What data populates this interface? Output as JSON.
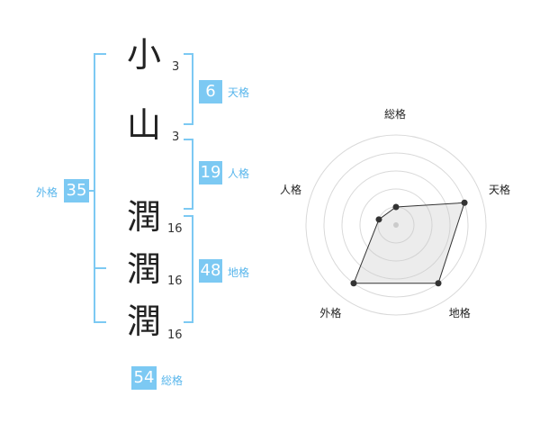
{
  "name": {
    "chars": [
      {
        "char": "小",
        "strokes": "3"
      },
      {
        "char": "山",
        "strokes": "3"
      },
      {
        "char": "潤",
        "strokes": "16"
      },
      {
        "char": "潤",
        "strokes": "16"
      },
      {
        "char": "潤",
        "strokes": "16"
      }
    ]
  },
  "fortune": {
    "tenkaku": {
      "label": "天格",
      "value": "6"
    },
    "jinkaku": {
      "label": "人格",
      "value": "19"
    },
    "chikaku": {
      "label": "地格",
      "value": "48"
    },
    "gaikaku": {
      "label": "外格",
      "value": "35"
    },
    "soukaku": {
      "label": "総格",
      "value": "54"
    }
  },
  "colors": {
    "accent": "#7cc9f3",
    "bracket": "#7cc9f3"
  },
  "chart_data": {
    "type": "radar",
    "axes": [
      "総格",
      "天格",
      "地格",
      "外格",
      "人格"
    ],
    "max": 5,
    "rings": 5,
    "values": [
      1,
      4,
      4,
      4,
      1
    ]
  }
}
